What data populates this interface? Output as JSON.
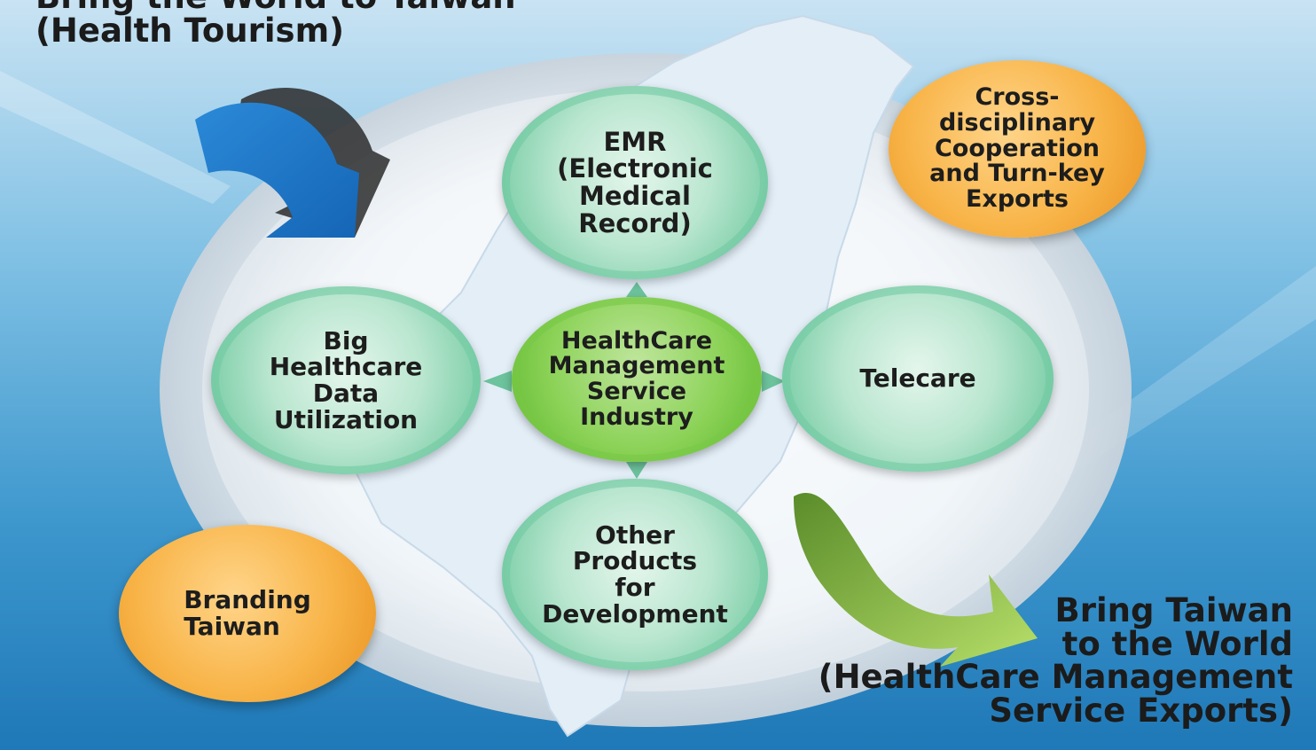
{
  "headings": {
    "top": [
      "Bring the World to Taiwan",
      "(Health Tourism)"
    ],
    "bottom": [
      "Bring Taiwan",
      "to the World",
      "(HealthCare Management",
      "Service Exports)"
    ]
  },
  "center_node": [
    "HealthCare",
    "Management",
    "Service",
    "Industry"
  ],
  "nodes": {
    "emr": [
      "EMR",
      "(Electronic",
      "Medical",
      "Record)"
    ],
    "big_data": [
      "Big",
      "Healthcare",
      "Data",
      "Utilization"
    ],
    "telecare": [
      "Telecare"
    ],
    "other_products": [
      "Other",
      "Products",
      "for",
      "Development"
    ],
    "cross_disciplinary": [
      "Cross-",
      "disciplinary",
      "Cooperation",
      "and Turn-key",
      "Exports"
    ],
    "branding": [
      "Branding",
      "Taiwan"
    ]
  },
  "colors": {
    "green_node": "#9fdcbd",
    "center_node": "#7cc943",
    "orange_node": "#f5a93a",
    "blue_arrow": "#1f7fcf",
    "green_arrow": "#8cc63f",
    "map_fill": "#e3eef7"
  }
}
